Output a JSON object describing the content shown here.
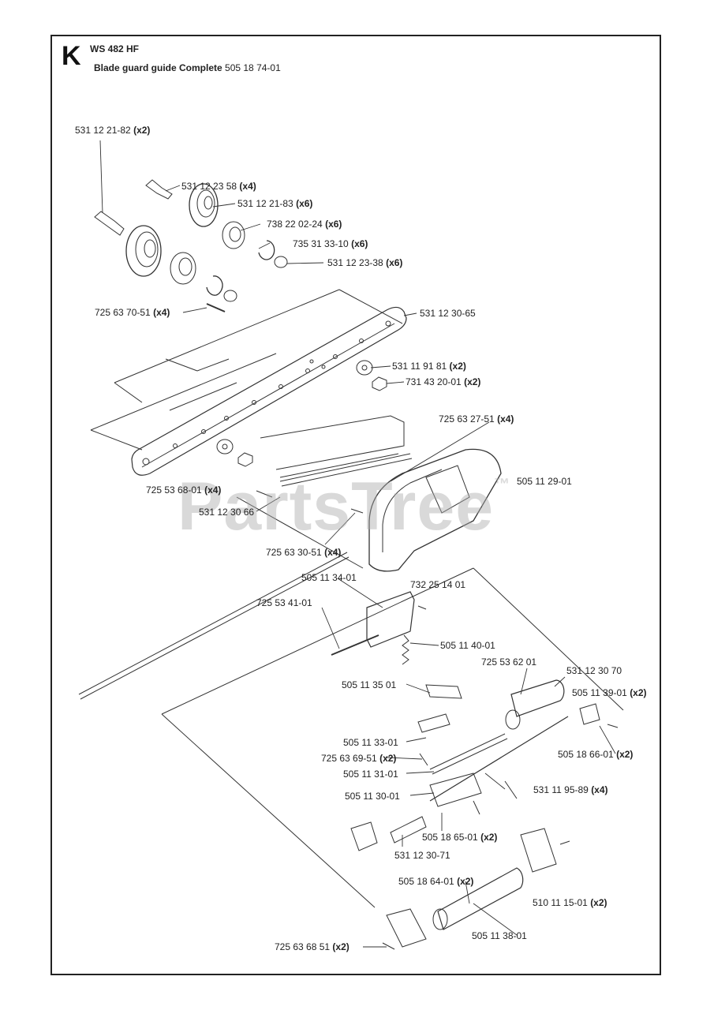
{
  "header": {
    "section_letter": "K",
    "model": "WS 482 HF",
    "description": "Blade guard guide Complete",
    "assembly_number": "505 18 74-01"
  },
  "watermark": {
    "text": "PartsTree",
    "mark": "™"
  },
  "callouts": [
    {
      "id": "c1",
      "number": "531 12 21-82",
      "qty": "(x2)"
    },
    {
      "id": "c2",
      "number": "531 12 23 58",
      "qty": "(x4)"
    },
    {
      "id": "c3",
      "number": "531 12 21-83",
      "qty": "(x6)"
    },
    {
      "id": "c4",
      "number": "738 22 02-24",
      "qty": "(x6)"
    },
    {
      "id": "c5",
      "number": "735 31 33-10",
      "qty": "(x6)"
    },
    {
      "id": "c6",
      "number": "531 12 23-38",
      "qty": "(x6)"
    },
    {
      "id": "c7",
      "number": "725 63 70-51",
      "qty": "(x4)"
    },
    {
      "id": "c8",
      "number": "531 12 30-65",
      "qty": ""
    },
    {
      "id": "c9",
      "number": "531 11 91 81",
      "qty": "(x2)"
    },
    {
      "id": "c10",
      "number": "731 43 20-01",
      "qty": "(x2)"
    },
    {
      "id": "c11",
      "number": "725 63 27-51",
      "qty": "(x4)"
    },
    {
      "id": "c12",
      "number": "505 11 29-01",
      "qty": ""
    },
    {
      "id": "c13",
      "number": "725 53 68-01",
      "qty": "(x4)"
    },
    {
      "id": "c14",
      "number": "531 12 30 66",
      "qty": ""
    },
    {
      "id": "c15",
      "number": "725 63 30-51",
      "qty": "(x4)"
    },
    {
      "id": "c16",
      "number": "505 11 34-01",
      "qty": ""
    },
    {
      "id": "c17",
      "number": "732 25 14 01",
      "qty": ""
    },
    {
      "id": "c18",
      "number": "725 53 41-01",
      "qty": ""
    },
    {
      "id": "c19",
      "number": "505 11 40-01",
      "qty": ""
    },
    {
      "id": "c20",
      "number": "725 53 62 01",
      "qty": ""
    },
    {
      "id": "c21",
      "number": "531 12 30 70",
      "qty": ""
    },
    {
      "id": "c22",
      "number": "505 11 35 01",
      "qty": ""
    },
    {
      "id": "c23",
      "number": "505 11 39-01",
      "qty": "(x2)"
    },
    {
      "id": "c24",
      "number": "505 11 33-01",
      "qty": ""
    },
    {
      "id": "c25",
      "number": "725 63 69-51",
      "qty": "(x2)"
    },
    {
      "id": "c26",
      "number": "505 18 66-01",
      "qty": "(x2)"
    },
    {
      "id": "c27",
      "number": "505 11 31-01",
      "qty": ""
    },
    {
      "id": "c28",
      "number": "505 11 30-01",
      "qty": ""
    },
    {
      "id": "c29",
      "number": "531 11 95-89",
      "qty": "(x4)"
    },
    {
      "id": "c30",
      "number": "505 18 65-01",
      "qty": "(x2)"
    },
    {
      "id": "c31",
      "number": "531 12 30-71",
      "qty": ""
    },
    {
      "id": "c32",
      "number": "505 18 64-01",
      "qty": "(x2)"
    },
    {
      "id": "c33",
      "number": "510 11 15-01",
      "qty": "(x2)"
    },
    {
      "id": "c34",
      "number": "505 11 38-01",
      "qty": ""
    },
    {
      "id": "c35",
      "number": "725 63 68 51",
      "qty": "(x2)"
    }
  ]
}
